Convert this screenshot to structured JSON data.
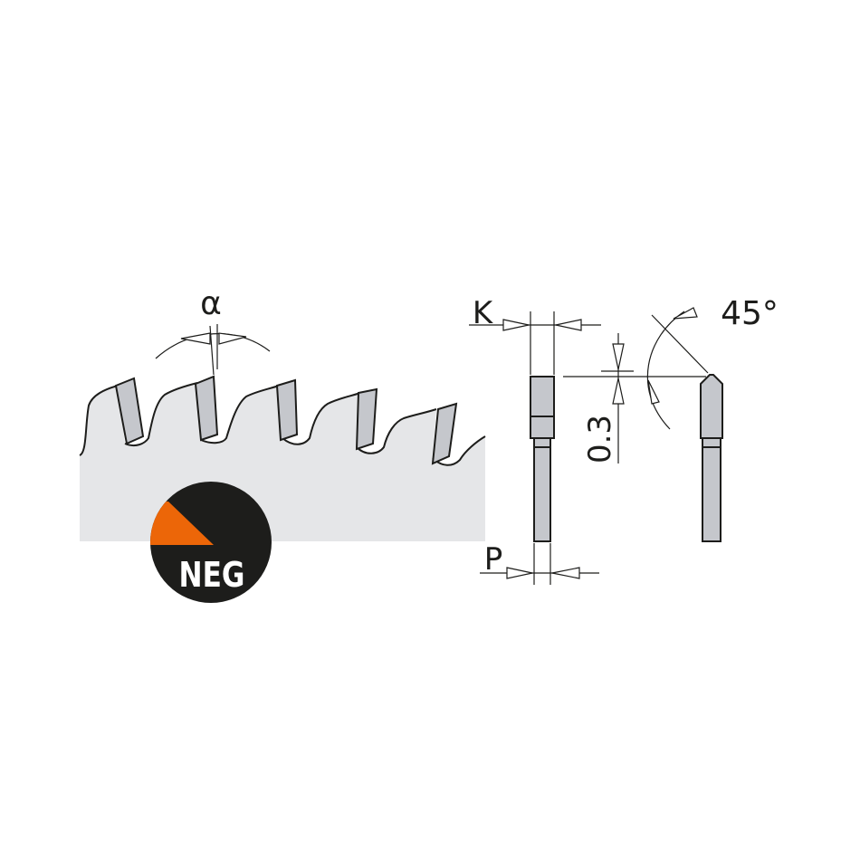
{
  "labels": {
    "angle_alpha": "α",
    "kerf": "K",
    "plate": "P",
    "chamfer_height": "0.3",
    "chamfer_angle": "45°",
    "badge_text": "NEG"
  },
  "colors": {
    "line": "#1d1d1b",
    "blade_body": "#e5e6e8",
    "tooth_tip": "#c5c7cc",
    "badge_dark": "#1d1d1b",
    "badge_accent": "#ec6608",
    "badge_text": "#ffffff"
  },
  "icons": {
    "badge": "negative-rake-badge-icon"
  }
}
